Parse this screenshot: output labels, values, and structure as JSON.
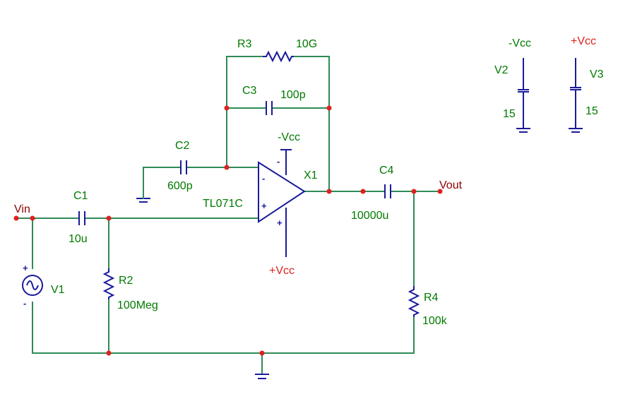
{
  "components": {
    "r3": {
      "name": "R3",
      "value": "10G"
    },
    "c3": {
      "name": "C3",
      "value": "100p"
    },
    "c2": {
      "name": "C2",
      "value": "600p"
    },
    "c1": {
      "name": "C1",
      "value": "10u"
    },
    "c4": {
      "name": "C4",
      "value": "10000u"
    },
    "r2": {
      "name": "R2",
      "value": "100Meg"
    },
    "r4": {
      "name": "R4",
      "value": "100k"
    },
    "v1": {
      "name": "V1"
    },
    "x1": {
      "name": "X1",
      "part": "TL071C"
    },
    "v2": {
      "name": "V2",
      "value": "15",
      "net": "-Vcc"
    },
    "v3": {
      "name": "V3",
      "value": "15",
      "net": "+Vcc"
    }
  },
  "nets": {
    "vin": "Vin",
    "vout": "Vout",
    "neg_supply": "-Vcc",
    "pos_supply": "+Vcc"
  },
  "pin_signs": {
    "plus": "+",
    "minus": "-"
  },
  "colors": {
    "wire": "#2e8b57",
    "component": "#1a1a9c",
    "node": "#e02020",
    "label": "#007a00",
    "net_label": "#8b0000"
  }
}
